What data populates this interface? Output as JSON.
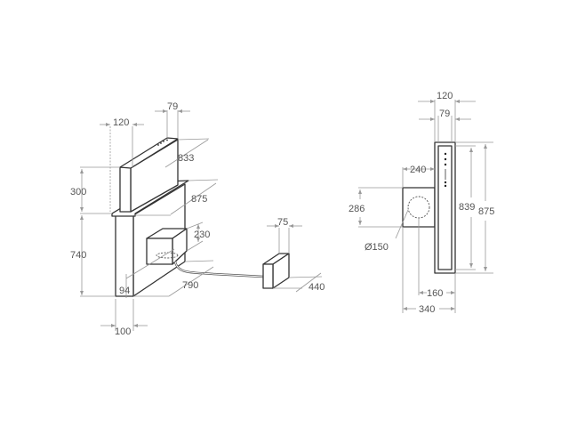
{
  "title": "Downdraft extractor dimension drawing",
  "iso_view": {
    "dims": {
      "panel_depth": "120",
      "panel_thickness": "79",
      "panel_width": "833",
      "panel_height_raised": "300",
      "top_width": "875",
      "motor_height": "230",
      "base_height": "740",
      "remote_motor_depth": "75",
      "base_offset": "94",
      "base_width": "790",
      "remote_motor_width": "440",
      "base_depth": "100"
    }
  },
  "plan_view": {
    "dims": {
      "total_depth": "120",
      "panel_thickness": "79",
      "motor_depth": "240",
      "motor_height": "286",
      "outlet_diameter": "Ø150",
      "inner_length": "839",
      "total_length": "875",
      "outlet_offset": "160",
      "overall_depth": "340"
    }
  },
  "colors": {
    "outline": "#333333",
    "dimension": "#999999"
  }
}
